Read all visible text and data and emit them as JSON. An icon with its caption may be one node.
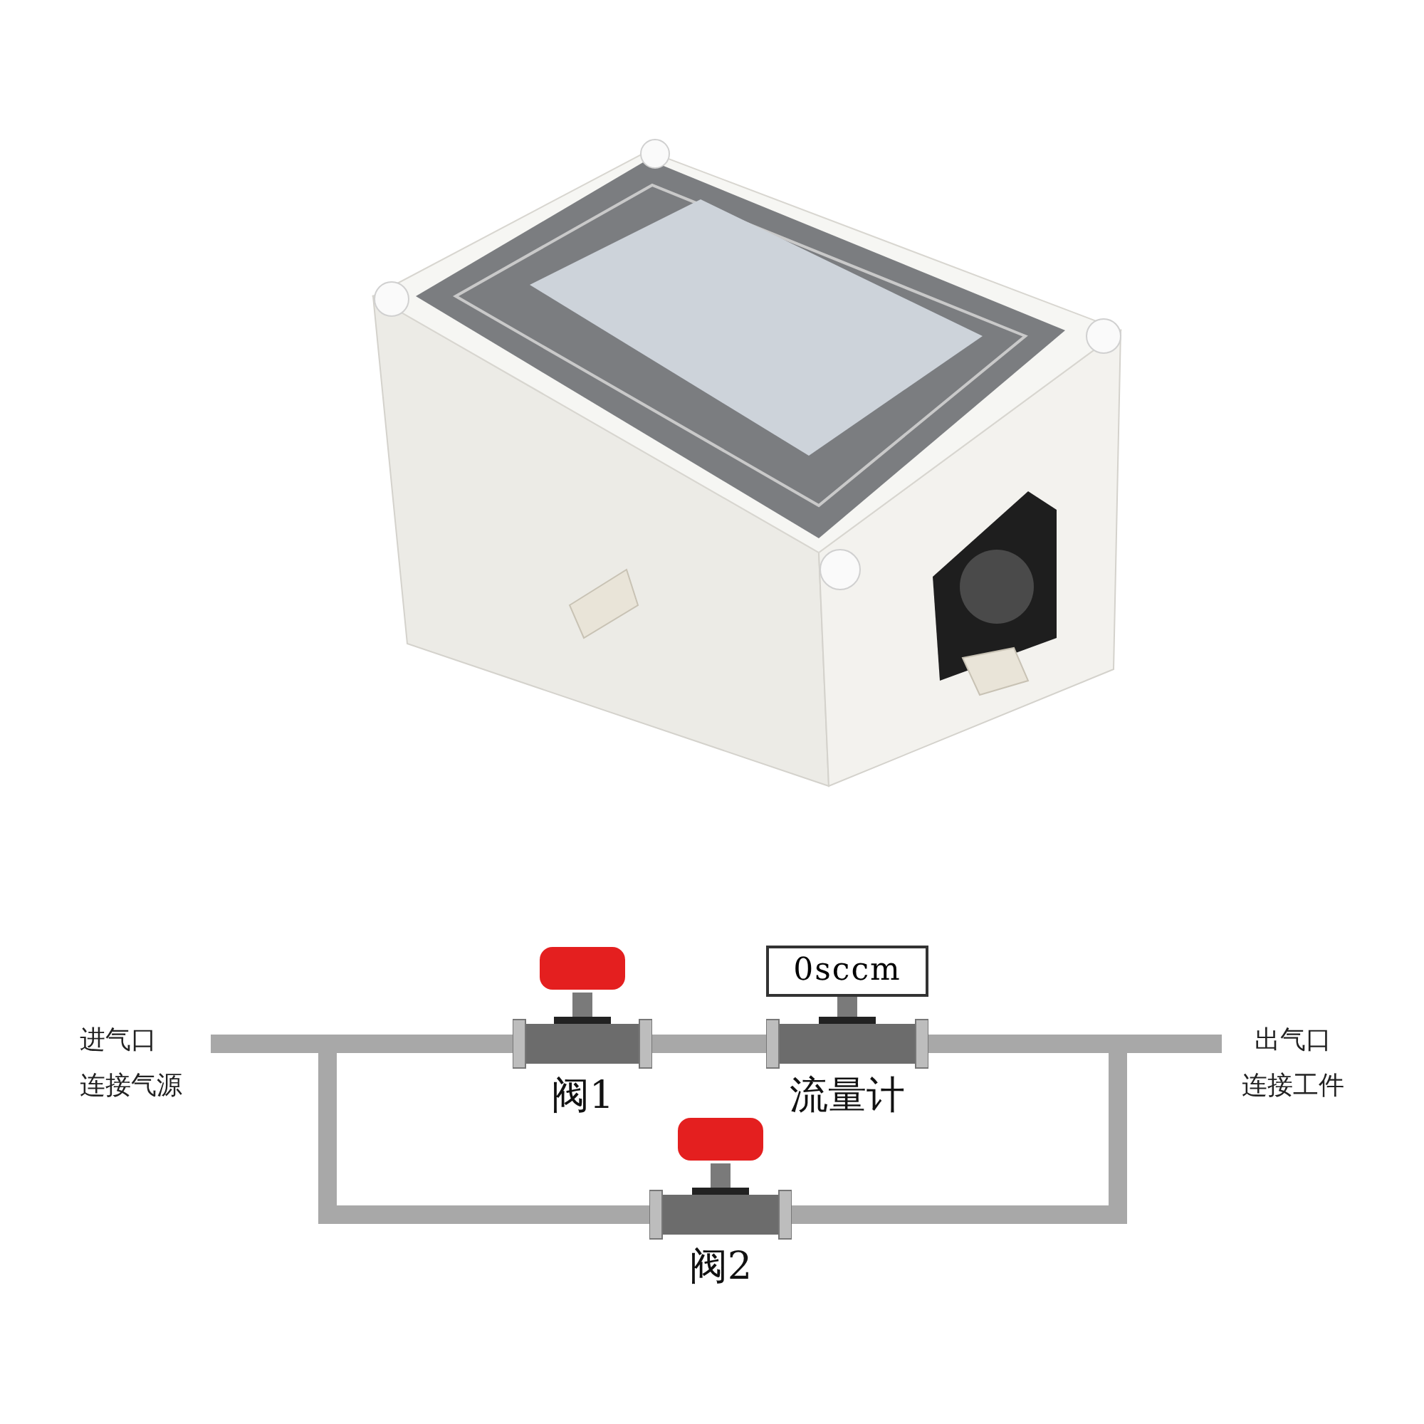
{
  "diagram": {
    "nodes": [
      {
        "text": [
          "进气口",
          "连接气源"
        ]
      },
      {
        "text": [
          "阀1"
        ]
      },
      {
        "text": [
          "0sccm",
          "流量计"
        ]
      },
      {
        "text": [
          "阀2"
        ]
      },
      {
        "text": [
          "出气口",
          "连接工件"
        ]
      }
    ],
    "edges": [
      {
        "from": 0,
        "to": 1,
        "arrow": "none"
      },
      {
        "from": 1,
        "to": 2,
        "arrow": "none"
      },
      {
        "from": 2,
        "to": 4,
        "arrow": "none"
      },
      {
        "from": 0,
        "to": 3,
        "arrow": "none"
      },
      {
        "from": 3,
        "to": 4,
        "arrow": "none"
      }
    ]
  }
}
